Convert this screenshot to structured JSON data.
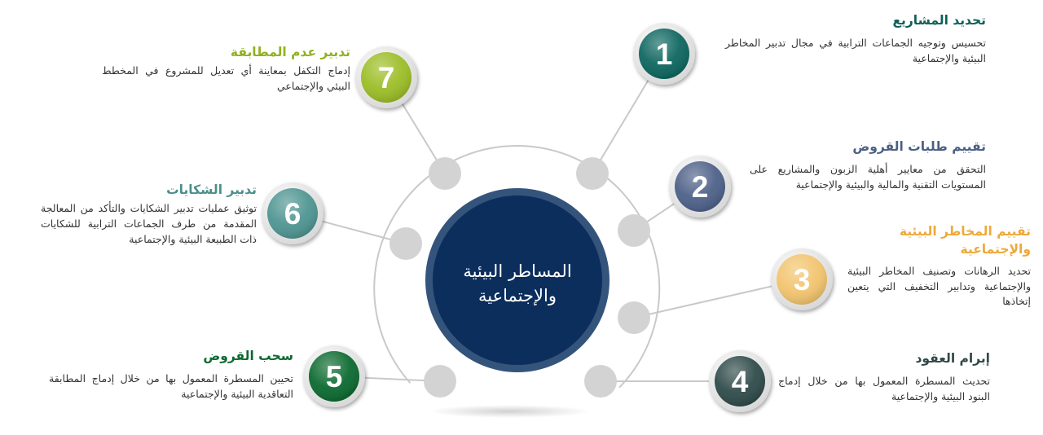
{
  "center": {
    "title": "المساطر البيئية والإجتماعية"
  },
  "colors": {
    "center_outer": "#34547c",
    "center_inner": "#0b2e5d",
    "connector": "#c9c9c9",
    "node": "#d3d3d3"
  },
  "steps": [
    {
      "number": "1",
      "title": "تحديد المشاريع",
      "description": "تحسيس وتوجيه الجماعات الترابية في مجال تدبير المخاطر البيئية والإجتماعية",
      "color": "#0e6660",
      "title_color": "#0e5f58"
    },
    {
      "number": "2",
      "title": "تقييم طلبات القروض",
      "description": "التحقق من معايير أهلية الزبون والمشاريع على المستويات التقنية والمالية والبيئية والإجتماعية",
      "color": "#4e6189",
      "title_color": "#4b5f85"
    },
    {
      "number": "3",
      "title": "تقييم المخاطر البيئية والإجتماعية",
      "description": "تحديد الرهانات وتصنيف المخاطر البيئية والإجتماعية وتدابير التخفيف التي يتعين إتخاذها",
      "color": "#f2c46e",
      "title_color": "#eda93a"
    },
    {
      "number": "4",
      "title": "إبرام العقود",
      "description": "تحديث المسطرة المعمول بها من خلال إدماج البنود البيئية والإجتماعية",
      "color": "#2f4b4a",
      "title_color": "#2f4846"
    },
    {
      "number": "5",
      "title": "سحب القروض",
      "description": "تحيين المسطرة المعمول بها من خلال إدماج المطابقة التعاقدية البيئية والإجتماعية",
      "color": "#0d6a30",
      "title_color": "#0d6a30"
    },
    {
      "number": "6",
      "title": "تدبير الشكايات",
      "description": "توثيق عمليات تدبير الشكايات والتأكد من المعالجة المقدمة من طرف الجماعات الترابية للشكايات ذات الطبيعة البيئية والإجتماعية",
      "color": "#4f9592",
      "title_color": "#4b8f8c"
    },
    {
      "number": "7",
      "title": "تدبير عدم المطابقة",
      "description": "إدماج التكفل بمعاينة أي تعديل للمشروع في المخطط البيئي والإجتماعي",
      "color": "#9cbd26",
      "title_color": "#8fb21c"
    }
  ]
}
